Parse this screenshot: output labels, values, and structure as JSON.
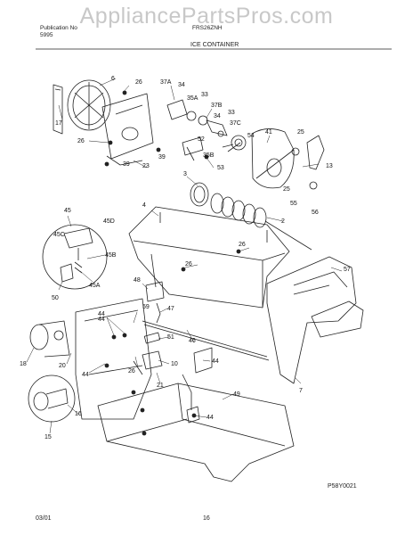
{
  "watermark": "AppliancePartsPros.com",
  "header": {
    "line1": "Publication No",
    "line2": "5995",
    "model": "FRS26ZNH",
    "section": "ICE CONTAINER"
  },
  "figure_code": "P58Y0021",
  "footer": {
    "date": "03/01",
    "page": "16"
  },
  "callouts": [
    "6",
    "26",
    "37A",
    "34",
    "35A",
    "33",
    "37B",
    "34",
    "33",
    "52",
    "37C",
    "41",
    "17",
    "26",
    "39",
    "23",
    "39",
    "35B",
    "53",
    "54",
    "25",
    "13",
    "3",
    "25",
    "55",
    "56",
    "4",
    "2",
    "45",
    "45D",
    "45C",
    "26",
    "45B",
    "26",
    "57",
    "50",
    "45A",
    "48",
    "47",
    "44",
    "59",
    "51",
    "46",
    "44",
    "18",
    "20",
    "44",
    "10",
    "26",
    "21",
    "7",
    "44",
    "49",
    "16",
    "44",
    "15"
  ]
}
